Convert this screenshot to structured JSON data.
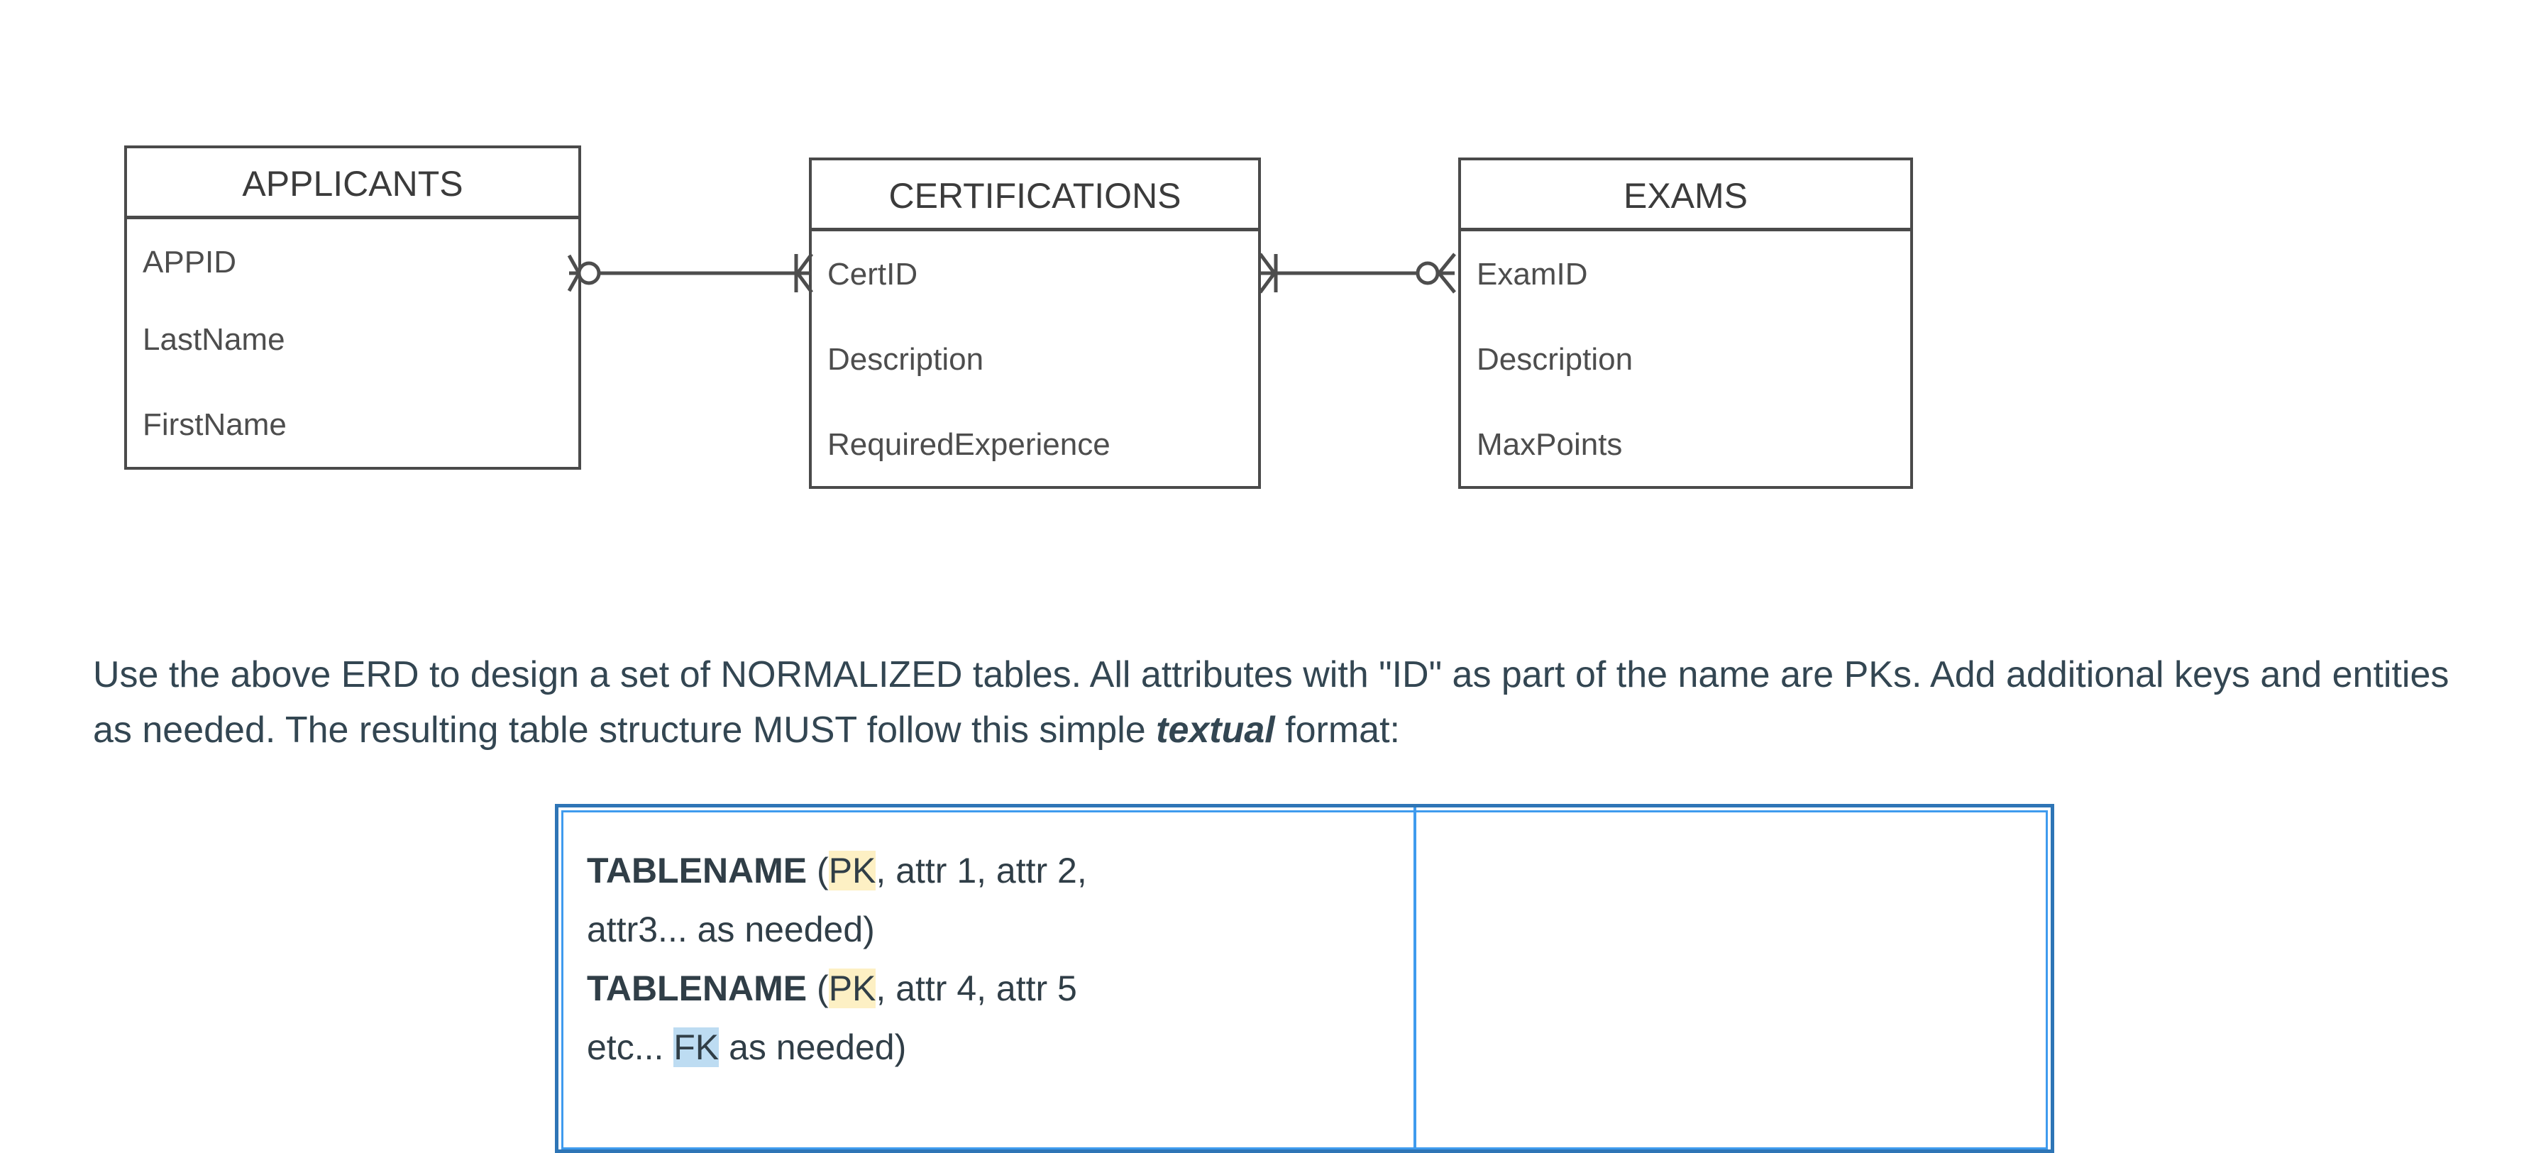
{
  "erd": {
    "entities": [
      {
        "name": "APPLICANTS",
        "attributes": [
          "APPID",
          "LastName",
          "FirstName"
        ]
      },
      {
        "name": "CERTIFICATIONS",
        "attributes": [
          "CertID",
          "Description",
          "RequiredExperience"
        ]
      },
      {
        "name": "EXAMS",
        "attributes": [
          "ExamID",
          "Description",
          "MaxPoints"
        ]
      }
    ],
    "relationships": [
      {
        "from": "APPLICANTS",
        "to": "CERTIFICATIONS",
        "from_cardinality": "zero-or-many",
        "to_cardinality": "one-or-many",
        "from_symbol": "crowsfoot-circle",
        "to_symbol": "crowsfoot-bar"
      },
      {
        "from": "CERTIFICATIONS",
        "to": "EXAMS",
        "from_cardinality": "one-or-many",
        "to_cardinality": "zero-or-many",
        "from_symbol": "crowsfoot-bar",
        "to_symbol": "crowsfoot-circle"
      }
    ]
  },
  "instructions": {
    "line1_part1": "Use the above ERD to design a set of NORMALIZED tables. All attributes with \"ID\" as part of the name are PKs. Add additional keys and entities as needed. The resulting table structure MUST follow this simple ",
    "emphasis": "textual",
    "line1_part2": " format:"
  },
  "format_table": {
    "left_cell": {
      "line1_table": "TABLENAME",
      "line1_open": " (",
      "line1_pk": "PK",
      "line1_rest": ", attr 1, attr 2,",
      "line2": "attr3...  as needed)",
      "line3_table": "TABLENAME",
      "line3_open": " (",
      "line3_pk": "PK",
      "line3_rest": ", attr 4, attr 5",
      "line4_pre": "etc...  ",
      "line4_fk": "FK",
      "line4_post": " as needed)"
    },
    "right_cell": {
      "content": ""
    }
  },
  "colors": {
    "entity_border": "#4a4a4a",
    "entity_text": "#4d4d4d",
    "prose_text": "#334652",
    "table_border_outer": "#2e75b6",
    "table_border_inner": "#3f9bee",
    "pk_highlight": "#fdf0c4",
    "fk_highlight": "#bddcf2"
  }
}
